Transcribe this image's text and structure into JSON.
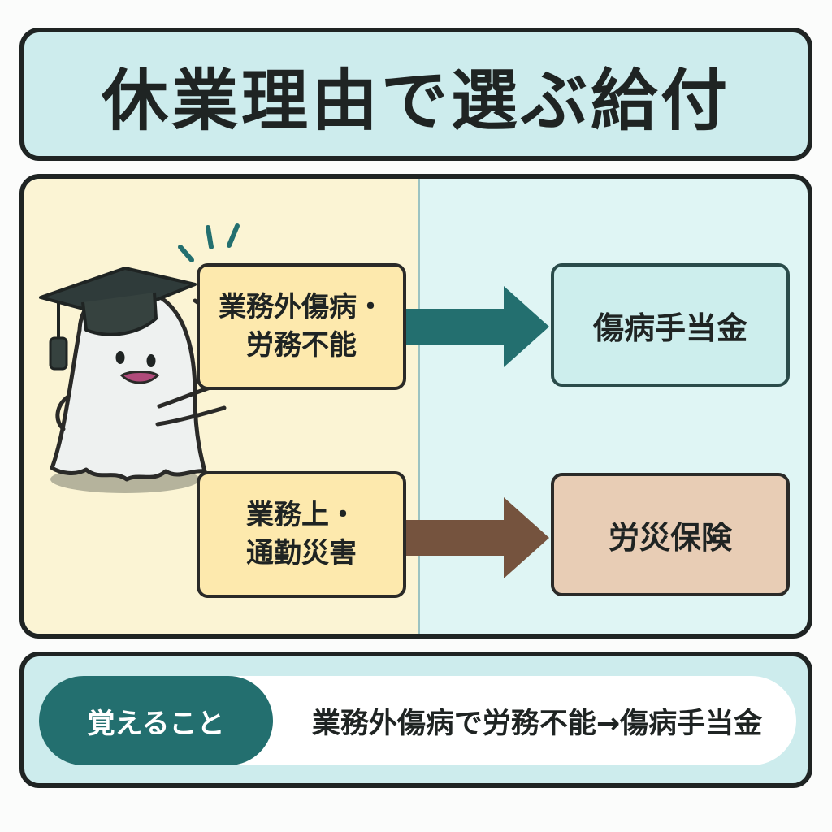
{
  "title": "休業理由で選ぶ給付",
  "flows": [
    {
      "cause_lines": [
        "業務外傷病・",
        "労務不能"
      ],
      "result": "傷病手当金",
      "arrow_color": "#236f6f"
    },
    {
      "cause_lines": [
        "業務上・",
        "通勤災害"
      ],
      "result": "労災保険",
      "arrow_color": "#75533e"
    }
  ],
  "summary": {
    "label": "覚えること",
    "text": "業務外傷病で労務不能→傷病手当金"
  },
  "icons": {
    "mascot": "ghost-graduate-mascot-icon",
    "arrow": "right-arrow-icon"
  },
  "colors": {
    "title_bg": "#cdeced",
    "left_bg": "#fbf4d4",
    "right_bg": "#dff5f4",
    "cause_box": "#fde9ad",
    "result_top": "#cdeeed",
    "result_bottom": "#e8cdb5",
    "accent": "#236f6f"
  }
}
